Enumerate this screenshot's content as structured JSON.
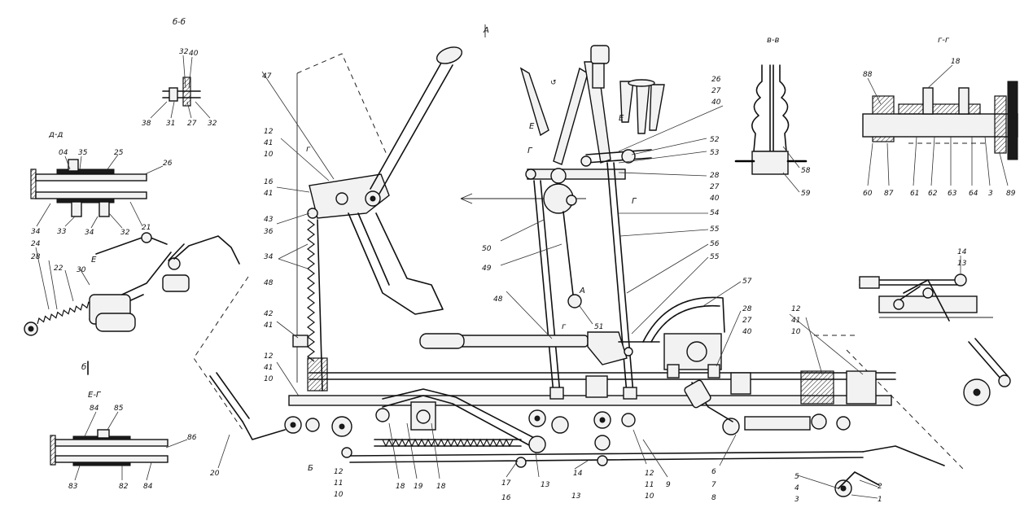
{
  "sections": {
    "b_b": "б-б",
    "v_v": "в-в",
    "g_g": "г-г",
    "d_d": "д-д",
    "e_f": "Е-Г",
    "view_a": "А",
    "view_a_small": "А",
    "cut_b": "б",
    "cut_g": "г",
    "cut_e": "Е",
    "cut_e2": "Е",
    "cut_g2": "Г",
    "cut_b2": "Б"
  },
  "callouts": [
    "32",
    "40",
    "38",
    "31",
    "27",
    "32",
    "04",
    "35",
    "25",
    "26",
    "34",
    "33",
    "34",
    "32",
    "21",
    "24",
    "28",
    "22",
    "30",
    "84",
    "85",
    "86",
    "83",
    "82",
    "84",
    "20",
    "47",
    "12",
    "41",
    "10",
    "16",
    "41",
    "43",
    "36",
    "34",
    "48",
    "42",
    "41",
    "12",
    "41",
    "10",
    "12",
    "11",
    "10",
    "18",
    "19",
    "18",
    "17",
    "16",
    "13",
    "14",
    "13",
    "50",
    "49",
    "48",
    "51",
    "52",
    "53",
    "28",
    "27",
    "40",
    "26",
    "27",
    "40",
    "54",
    "55",
    "56",
    "55",
    "57",
    "12",
    "11",
    "10",
    "9",
    "28",
    "27",
    "40",
    "12",
    "41",
    "10",
    "58",
    "59",
    "88",
    "60",
    "87",
    "61",
    "62",
    "63",
    "64",
    "3",
    "89",
    "18",
    "14",
    "13",
    "6",
    "7",
    "8",
    "5",
    "4",
    "3",
    "2",
    "1"
  ],
  "icons": [
    "rotation-arrow-icon"
  ]
}
